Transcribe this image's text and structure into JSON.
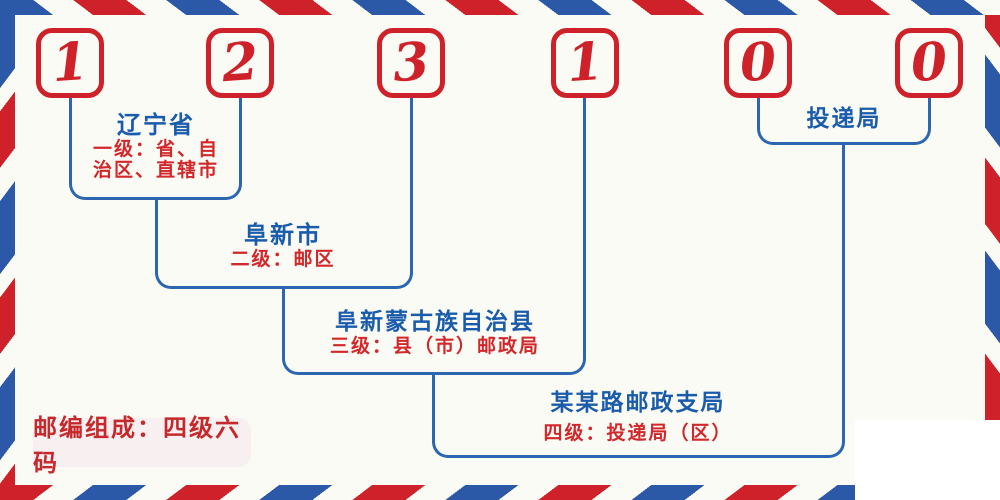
{
  "postal_code": {
    "value": "123100",
    "digits": [
      "1",
      "2",
      "3",
      "1",
      "0",
      "0"
    ]
  },
  "levels": [
    {
      "name": "辽宁省",
      "desc_line1": "一级：省、自",
      "desc_line2": "治区、直辖市"
    },
    {
      "name": "阜新市",
      "desc_line1": "二级：邮区"
    },
    {
      "name": "阜新蒙古族自治县",
      "desc_line1": "三级：县（市）邮政局"
    },
    {
      "name": "某某路邮政支局",
      "desc_line1": "四级：投递局（区）"
    },
    {
      "name": "投递局"
    }
  ],
  "footer_note": "邮编组成：四级六码",
  "colors": {
    "stripe_red": "#cf2129",
    "stripe_blue": "#2b59a7",
    "line_blue": "#2d66b0",
    "title_blue": "#1a5cab",
    "desc_red": "#d2272b",
    "background": "#fbfbf5",
    "footer_background": "#f8eff1"
  }
}
